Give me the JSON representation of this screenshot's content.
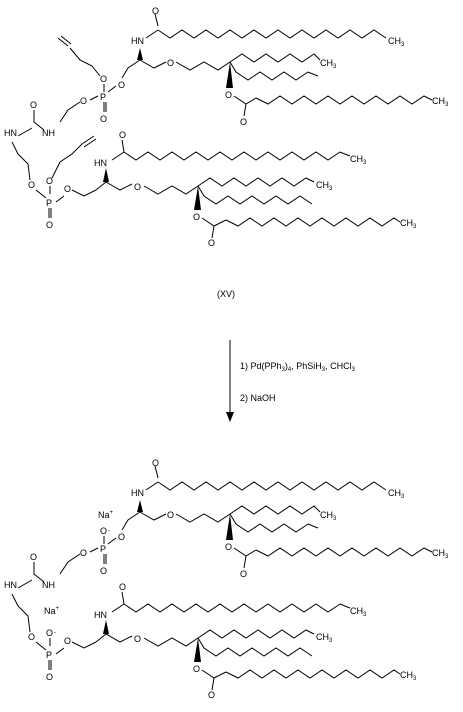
{
  "compound_label": "(XV)",
  "reaction": {
    "step1": "1) Pd(PPh",
    "step1_sub1": "3",
    "step1_mid1": ")",
    "step1_sub2": "4",
    "step1_mid2": ", PhSiH",
    "step1_sub3": "3",
    "step1_mid3": ", CHCl",
    "step1_sub4": "3",
    "step2": "2) NaOH"
  },
  "atoms": {
    "O": "O",
    "P": "P",
    "N": "N",
    "HN": "HN",
    "NH": "NH",
    "CH": "CH",
    "three": "3",
    "Na": "Na",
    "plus": "+",
    "minus": "-"
  }
}
